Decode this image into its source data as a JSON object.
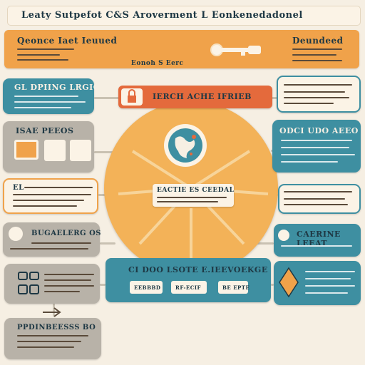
{
  "header": {
    "title": "Leaty Sutpefot C&S Aroverment L Eonkenedadonel",
    "left_title": "Qeonce Iaet Ieuued",
    "right_title": "Deundeed",
    "center_label": "Eonoh S Eerc"
  },
  "left_panels": [
    {
      "title": "GL DPIING LRGIO"
    },
    {
      "title": "ISAE PEEOS"
    },
    {
      "title": "EL"
    },
    {
      "title": "BUGAELERG OS"
    },
    {
      "title": ""
    },
    {
      "title": "PPDINBEESSS BO"
    }
  ],
  "right_panels": [
    {
      "title": ""
    },
    {
      "title": "ODCI UDO AEEO"
    },
    {
      "title": ""
    },
    {
      "title": "CAERINE LEEAT"
    }
  ],
  "center": {
    "top_banner": "IERCH ACHE IFRIEB",
    "inner_label_1": "EACTIE ES CEEDAL",
    "bottom_banner": "CI DOO LSOTE E.IEEVOEKGE",
    "buttons": [
      "EEBBBD",
      "RF-ECIF",
      "BE EPTE"
    ]
  },
  "colors": {
    "orange": "#f0a24a",
    "teal": "#3e8fa1",
    "grey": "#b8b2a8",
    "cream": "#f6efe3",
    "red": "#e46a3c"
  },
  "icons": [
    "orange-square-icon",
    "padlock-icon",
    "globe-icon",
    "arrow-icon",
    "key-icon",
    "diamond-icon"
  ]
}
